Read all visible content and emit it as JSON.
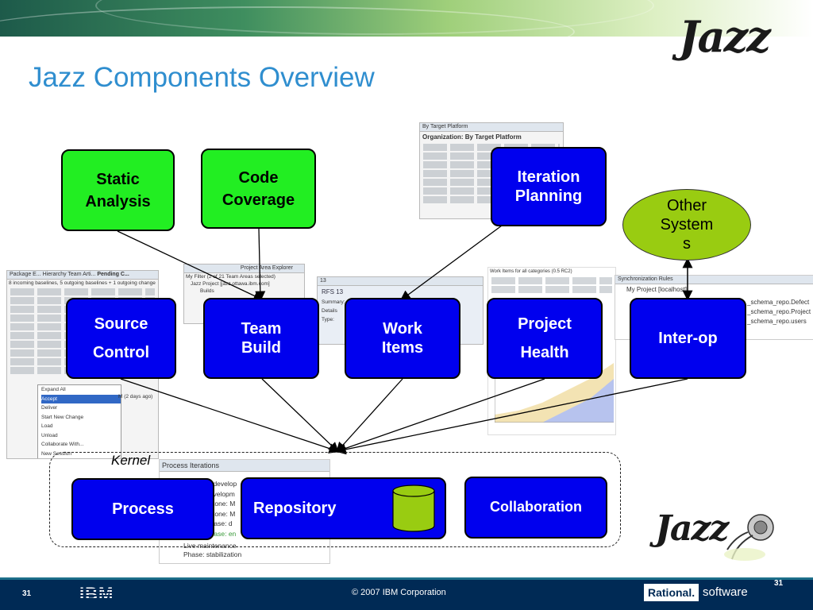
{
  "slide": {
    "title": "Jazz Components Overview",
    "logo_text": "Jazz",
    "logo_text_bottom": "Jazz"
  },
  "tools": {
    "static_analysis": [
      "Static",
      "Analysis"
    ],
    "code_coverage": [
      "Code",
      "Coverage"
    ],
    "iteration_planning": [
      "Iteration",
      "Planning"
    ],
    "other_systems": [
      "Other",
      "System",
      "s"
    ]
  },
  "components": {
    "source_control": [
      "Source",
      "Control"
    ],
    "team_build": [
      "Team",
      "Build"
    ],
    "work_items": [
      "Work",
      "Items"
    ],
    "project_health": [
      "Project",
      "Health"
    ],
    "inter_op": "Inter-op"
  },
  "kernel": {
    "label": "Kernel",
    "process": "Process",
    "repository": "Repository",
    "collaboration": "Collaboration"
  },
  "screenshots": {
    "target_platform": "By Target Platform",
    "target_platform_heading": "Organization: By Target Platform",
    "pending_changes": "Pending C...",
    "pending_tabs": "Package E...  Hierarchy  Team Arti...",
    "pending_summary": "8 incoming baselines, 5 outgoing baselines + 1 outgoing change",
    "pending_menu": [
      "Expand All",
      "Accept",
      "Deliver",
      "Start New Change",
      "Load",
      "Unload",
      "Collaborate With...",
      "New Session"
    ],
    "pending_time": "M (2 days ago)",
    "team_explorer": "Project Area Explorer",
    "team_filter": "My Filter (2 of 21 Team Areas selected)",
    "team_project": "Jazz Project [jazz.ottawa.ibm.com]",
    "team_builds": "Builds",
    "work_item_tab": "13",
    "work_item_title": "RFS 13",
    "work_item_fields": [
      "Summary:",
      "Details",
      "Type:"
    ],
    "health_title": "Work Items for all categories (0.5 RC2)",
    "sync_title": "Synchronization Rules",
    "sync_project": "My Project [localhost]",
    "sync_rules": [
      "_schema_repo.Defect",
      "_schema_repo.Project",
      "_schema_repo.users"
    ],
    "process_title": "Process Iterations",
    "process_lines": [
      "n_develop",
      "developm",
      "estone: M",
      "estone: M",
      "Phase: d",
      "Phase: en",
      "Live maintenance",
      "Phase: stabilization"
    ]
  },
  "footer": {
    "page_left": "31",
    "page_right": "31",
    "ibm": "IBM",
    "copyright": "© 2007 IBM Corporation",
    "rational": "Rational.",
    "software": "software"
  },
  "colors": {
    "tool_box": "#22ee22",
    "component_box": "#0000ee",
    "other_systems": "#99cc11",
    "title": "#2f8ecf",
    "footer": "#002a55"
  }
}
